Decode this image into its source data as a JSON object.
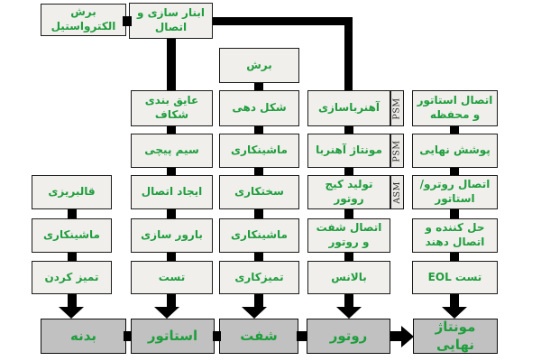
{
  "colors": {
    "step_text_green": "#1f9e3d",
    "step_fill": "#f0efec",
    "title_fill": "#c1c1c1",
    "connector_black": "#000000"
  },
  "top_nodes": {
    "electrosteel_cut": "برش الکترواستیل",
    "tool_making": "ابنار سازی و اتصال"
  },
  "columns": {
    "body": {
      "title": "بدنه",
      "steps": [
        "قالبریزی",
        "ماشینکاری",
        "تمیز کردن"
      ]
    },
    "stator": {
      "title": "استاتور",
      "steps": [
        "عایق بندی شکاف",
        "سیم پیچی",
        "ایجاد اتصال",
        "بارور سازی",
        "تست"
      ]
    },
    "shaft": {
      "title": "شفت",
      "steps": [
        "برش",
        "شکل دهی",
        "ماشینکاری",
        "سختکاری",
        "ماشینکاری",
        "تمیزکاری"
      ]
    },
    "rotor": {
      "title": "روتور",
      "steps": [
        "آهنرباسازی",
        "مونتاژ آهنربا",
        "تولید کیج روتور",
        "اتصال شفت و روتور",
        "بالانس"
      ],
      "tags": [
        "PSM",
        "PSM",
        "ASM"
      ]
    },
    "final_assembly": {
      "title": "مونتاژ نهایی",
      "steps": [
        "اتصال استاتور و محفظه",
        "پوشش نهایی",
        "اتصال روترو/استاتور",
        "حل کننده و اتصال دهند",
        "تست EOL"
      ]
    }
  }
}
